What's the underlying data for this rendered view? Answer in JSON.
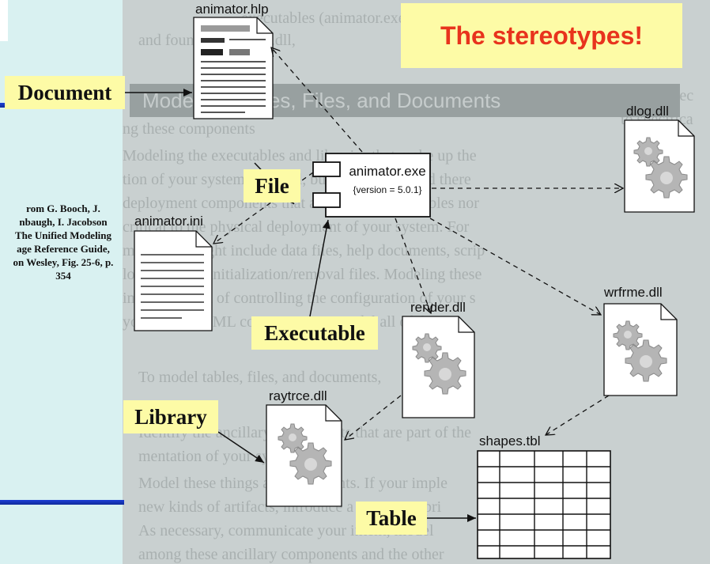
{
  "title": "The stereotypes!",
  "citation": [
    "rom G. Booch, J.",
    "nbaugh, I. Jacobson",
    "The Unified Modeling",
    "age Reference Guide,",
    "on Wesley, Fig. 25-6, p.",
    "354"
  ],
  "labels": {
    "document": "Document",
    "file": "File",
    "executable": "Executable",
    "library": "Library",
    "table": "Table"
  },
  "components": {
    "animator_hlp": "animator.hlp",
    "animator_ini": "animator.ini",
    "animator_exe": "animator.exe",
    "version": "{version = 5.0.1}",
    "dlog_dll": "dlog.dll",
    "render_dll": "render.dll",
    "wrfrme_dll": "wrfrme.dll",
    "raytrce_dll": "raytrce.dll",
    "shapes_tbl": "shapes.tbl"
  },
  "background_text": {
    "heading": "Modeling Tables, Files, and Documents",
    "lines": [
      "executables (animator.exe, w",
      "and foundation (dlog.dll,",
      "ng these components",
      "Modeling the executables and libraries that make up the",
      "tion of your system is useful, but often you'll find there",
      "deployment components that are neither executables nor",
      "critical to the physical deployment of your system. For",
      "mentation might include data files, help documents, scrip",
      "log files, and initialization/removal files. Modeling these",
      "important part of controlling the configuration of your s",
      "you can use UML components to model all of these",
      "To model tables, files, and documents,",
      "Identify the ancillary components that are part of the",
      "mentation of your system.",
      "Model these things as components. If your imple",
      "new kinds of artifacts, introduce a new appropri",
      "As necessary, communicate your intent, model",
      "among these ancillary components and the other"
    ],
    "right_fragment": "ents for exec",
    "right_fragment2": "to specifica"
  },
  "colors": {
    "title_text": "#e8331d",
    "label_bg": "#fdfba6",
    "slide_bg": "#d9f1f1",
    "rule_blue": "#1d3fd6"
  }
}
